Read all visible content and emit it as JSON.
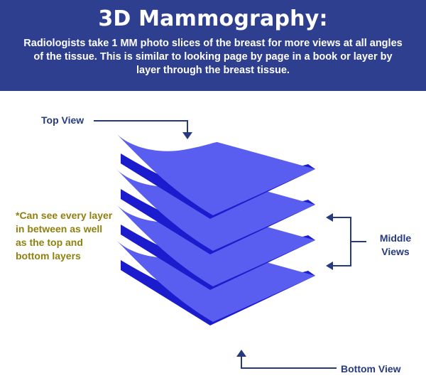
{
  "header": {
    "title": "3D Mammography:",
    "description": "Radiologists take 1 MM photo slices of the breast for more views at all angles of the tissue. This is similar to looking page by page in a book or layer by layer through the breast tissue."
  },
  "labels": {
    "top_view": "Top View",
    "middle_views_line1": "Middle",
    "middle_views_line2": "Views",
    "bottom_view": "Bottom View"
  },
  "note": "*Can see every layer in between as well as the top and bottom layers",
  "colors": {
    "header_bg": "#2e3f8f",
    "label_text": "#263a7d",
    "note_text": "#8f8010",
    "layer_top": "#5a5ef0",
    "layer_underside": "#1a1ccd"
  },
  "layers": [
    "top-layer",
    "middle-layer-1",
    "middle-layer-2",
    "bottom-layer"
  ]
}
